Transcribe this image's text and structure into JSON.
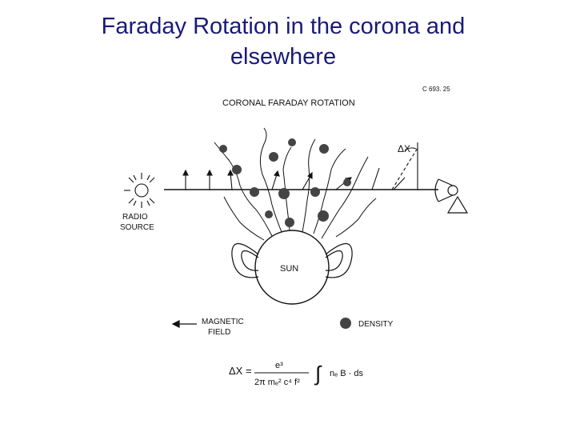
{
  "slide": {
    "title_line1": "Faraday Rotation in the corona and",
    "title_line2": "elsewhere"
  },
  "figure": {
    "ref_code": "C 693. 25",
    "heading": "CORONAL  FARADAY  ROTATION",
    "radio_source_line1": "RADIO",
    "radio_source_line2": "SOURCE",
    "sun_label": "SUN",
    "delta_chi": "ΔX",
    "legend_magnetic_line1": "MAGNETIC",
    "legend_magnetic_line2": "FIELD",
    "legend_density": "DENSITY",
    "formula": {
      "lhs": "ΔX =",
      "numerator": "e³",
      "denominator": "2π mₑ² c⁴ f²",
      "integral": "∫",
      "integrand": "nₑ B · ds"
    }
  },
  "colors": {
    "title": "#1a1a7a",
    "ink": "#111111"
  }
}
